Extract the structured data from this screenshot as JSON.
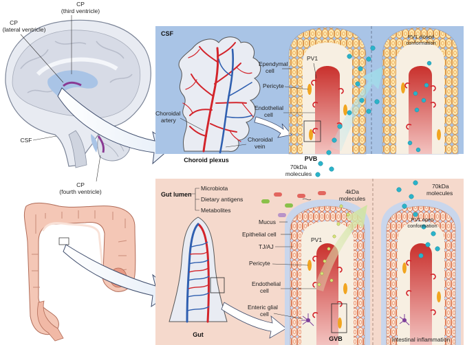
{
  "brain": {
    "cp_third_line1": "CP",
    "cp_third_line2": "(third ventricle)",
    "cp_lateral_line1": "CP",
    "cp_lateral_line2": "(lateral ventricle)",
    "csf": "CSF",
    "cp_fourth_line1": "CP",
    "cp_fourth_line2": "(fourth ventricle)"
  },
  "choroid": {
    "panel_tag": "CSF",
    "choroidal_artery_line1": "Choroidal",
    "choroidal_artery_line2": "artery",
    "choroidal_vein_line1": "Choroidal",
    "choroidal_vein_line2": "vein",
    "caption": "Choroid  plexus"
  },
  "pvb": {
    "ependymal_line1": "Ependymal",
    "ependymal_line2": "cell",
    "pv1": "PV1",
    "pericyte": "Pericyte",
    "endothelial_line1": "Endothelial",
    "endothelial_line2": "cell",
    "caption": "PVB",
    "molecules_line1": "70kDa",
    "molecules_line2": "molecules",
    "closed_line1": "PV1 closed",
    "closed_line2": "conformation"
  },
  "gut": {
    "lumen_title": "Gut lumen",
    "lumen_items": [
      "Microbiota",
      "Dietary antigens",
      "Metabolites"
    ],
    "mucus": "Mucus",
    "epithelial": "Epithelial cell",
    "tjaj": "TJ/AJ",
    "pericyte": "Pericyte",
    "endothelial_line1": "Endothelial",
    "endothelial_line2": "cell",
    "enteric_line1": "Enteric glial",
    "enteric_line2": "cell",
    "caption": "Gut"
  },
  "gvb": {
    "pv1": "PV1",
    "small_mol_line1": "4kDa",
    "small_mol_line2": "molecules",
    "caption": "GVB",
    "large_mol_line1": "70kDa",
    "large_mol_line2": "molecules",
    "open_line1": "PV1 open",
    "open_line2": "conformation",
    "inflammation": "Intestinal inflammation"
  },
  "colors": {
    "csf_panel": "#a9c4e6",
    "gut_panel": "#f5d9cc",
    "vessel_red": "#d3242b",
    "vessel_blue": "#2f5fb0",
    "molecule": "#2bb3c9"
  }
}
